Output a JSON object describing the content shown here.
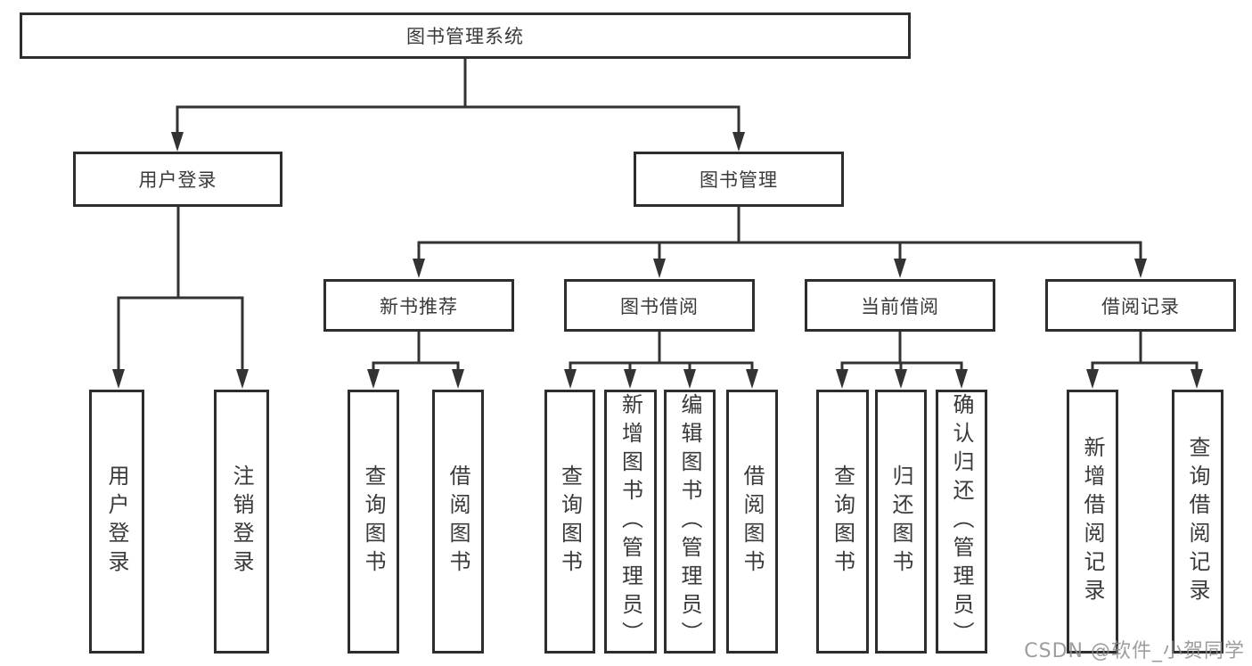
{
  "diagram": {
    "type": "hierarchy-tree",
    "watermark": "CSDN @软件_小贺同学",
    "colors": {
      "background": "#ffffff",
      "line": "#333333",
      "box_border": "#2d2d2d",
      "text": "#3a3a3a",
      "watermark": "#8c8c8c"
    },
    "nodes": {
      "root": {
        "label": "图书管理系统"
      },
      "user_login": {
        "label": "用户登录"
      },
      "book_manage": {
        "label": "图书管理"
      },
      "new_book_recommend": {
        "label": "新书推荐"
      },
      "book_borrow": {
        "label": "图书借阅"
      },
      "current_borrow": {
        "label": "当前借阅"
      },
      "borrow_record": {
        "label": "借阅记录"
      },
      "leaf_user_login": {
        "label": "用户登录"
      },
      "leaf_logout": {
        "label": "注销登录"
      },
      "leaf_nb_query_book": {
        "label": "查询图书"
      },
      "leaf_nb_borrow_book": {
        "label": "借阅图书"
      },
      "leaf_bb_query_book": {
        "label": "查询图书"
      },
      "leaf_bb_add_book": {
        "label": "新增图书（管理员）"
      },
      "leaf_bb_edit_book": {
        "label": "编辑图书（管理员）"
      },
      "leaf_bb_borrow_book": {
        "label": "借阅图书"
      },
      "leaf_cb_query_book": {
        "label": "查询图书"
      },
      "leaf_cb_return_book": {
        "label": "归还图书"
      },
      "leaf_cb_confirm_return": {
        "label": "确认归还（管理员）"
      },
      "leaf_br_add_record": {
        "label": "新增借阅记录"
      },
      "leaf_br_query_record": {
        "label": "查询借阅记录"
      }
    },
    "edges": [
      {
        "from": "图书管理系统",
        "to": "用户登录"
      },
      {
        "from": "图书管理系统",
        "to": "图书管理"
      },
      {
        "from": "用户登录",
        "to": "用户登录"
      },
      {
        "from": "用户登录",
        "to": "注销登录"
      },
      {
        "from": "图书管理",
        "to": "新书推荐"
      },
      {
        "from": "图书管理",
        "to": "图书借阅"
      },
      {
        "from": "图书管理",
        "to": "当前借阅"
      },
      {
        "from": "图书管理",
        "to": "借阅记录"
      },
      {
        "from": "新书推荐",
        "to": "查询图书"
      },
      {
        "from": "新书推荐",
        "to": "借阅图书"
      },
      {
        "from": "图书借阅",
        "to": "查询图书"
      },
      {
        "from": "图书借阅",
        "to": "新增图书（管理员）"
      },
      {
        "from": "图书借阅",
        "to": "编辑图书（管理员）"
      },
      {
        "from": "图书借阅",
        "to": "借阅图书"
      },
      {
        "from": "当前借阅",
        "to": "查询图书"
      },
      {
        "from": "当前借阅",
        "to": "归还图书"
      },
      {
        "from": "当前借阅",
        "to": "确认归还（管理员）"
      },
      {
        "from": "借阅记录",
        "to": "新增借阅记录"
      },
      {
        "from": "借阅记录",
        "to": "查询借阅记录"
      }
    ]
  }
}
